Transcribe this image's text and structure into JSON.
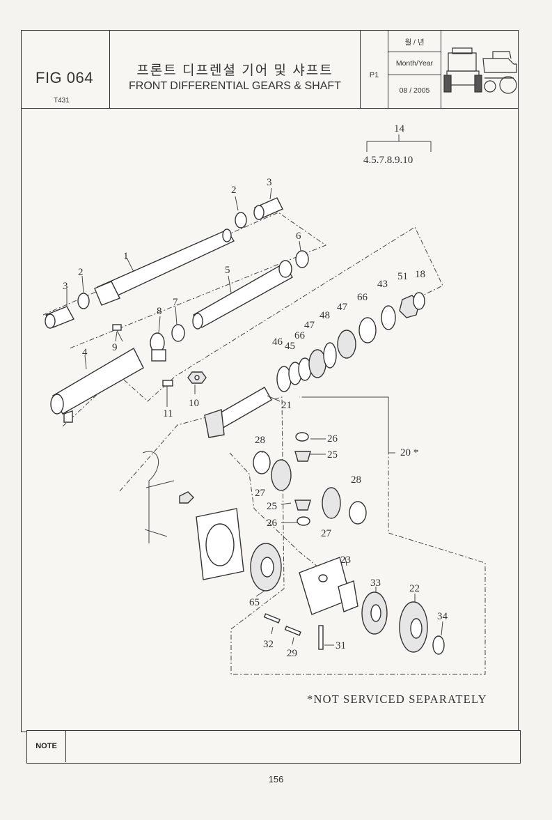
{
  "header": {
    "fig_code": "FIG 064",
    "model": "T431",
    "title_korean": "프론트 디프렌셜 기어 및 샤프트",
    "title_english": "FRONT DIFFERENTIAL GEARS & SHAFT",
    "page_code": "P1",
    "date_label_korean": "월 / 년",
    "date_label_english": "Month/Year",
    "date_value": "08 / 2005"
  },
  "callouts": {
    "c1": "1",
    "c2a": "2",
    "c2b": "2",
    "c3a": "3",
    "c3b": "3",
    "c4": "4",
    "c5": "5",
    "c6": "6",
    "c7": "7",
    "c8": "8",
    "c9": "9",
    "c10": "10",
    "c11": "11",
    "c14": "14",
    "c14sub": "4.5.7.8.9.10",
    "c18": "18",
    "c20": "20 *",
    "c21": "21",
    "c22": "22",
    "c23": "23",
    "c25a": "25",
    "c25b": "25",
    "c26a": "26",
    "c26b": "26",
    "c27a": "27",
    "c27b": "27",
    "c28a": "28",
    "c28b": "28",
    "c29": "29",
    "c31": "31",
    "c32": "32",
    "c33": "33",
    "c34": "34",
    "c43": "43",
    "c45": "45",
    "c46": "46",
    "c47a": "47",
    "c47b": "47",
    "c48": "48",
    "c51": "51",
    "c65": "65",
    "c66a": "66",
    "c66b": "66"
  },
  "footnote": "*NOT SERVICED SEPARATELY",
  "note_label": "NOTE",
  "note_text": "",
  "page_number": "156"
}
